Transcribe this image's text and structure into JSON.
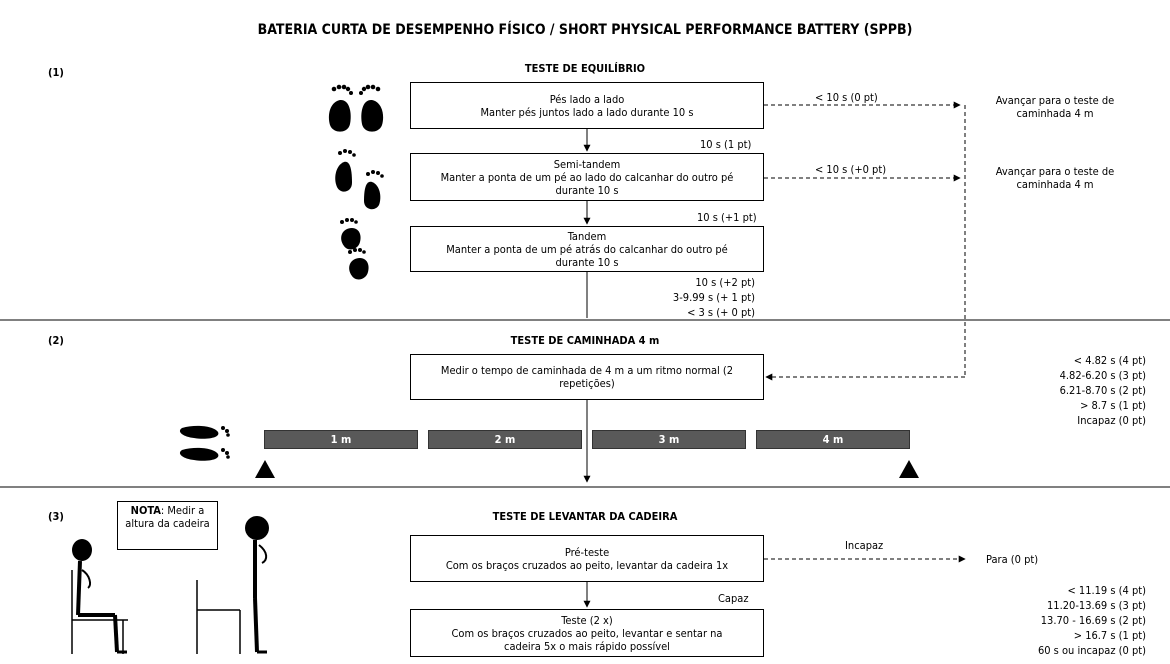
{
  "title": "BATERIA CURTA DE DESEMPENHO FÍSICO / SHORT PHYSICAL PERFORMANCE BATTERY (SPPB)",
  "section1": {
    "number": "(1)",
    "heading": "TESTE DE EQUILÍBRIO",
    "box1": [
      "Pés lado a lado",
      "Manter pés juntos lado a lado durante 10 s"
    ],
    "box2": [
      "Semi-tandem",
      "Manter a ponta de um pé ao lado do calcanhar do outro pé",
      "durante 10 s"
    ],
    "box3": [
      "Tandem",
      "Manter a ponta de um pé atrás do calcanhar do outro pé",
      "durante 10 s"
    ],
    "fail1": "< 10 s (0 pt)",
    "fail2": "< 10 s (+0 pt)",
    "pass1": "10 s (1 pt)",
    "pass2": "10 s (+1 pt)",
    "tandem_scores": [
      "10 s (+2 pt)",
      "3-9.99 s (+ 1 pt)",
      "< 3 s (+ 0 pt)"
    ],
    "advance": [
      "Avançar para o teste de",
      "caminhada 4 m"
    ]
  },
  "section2": {
    "number": "(2)",
    "heading": "TESTE DE CAMINHADA 4 m",
    "box": [
      "Medir o tempo de caminhada de 4 m a um ritmo normal (2",
      "repetições)"
    ],
    "segments": [
      "1 m",
      "2 m",
      "3 m",
      "4 m"
    ],
    "scores": [
      "< 4.82 s (4 pt)",
      "4.82-6.20 s (3 pt)",
      "6.21-8.70 s (2 pt)",
      "> 8.7 s (1 pt)",
      "Incapaz (0 pt)"
    ]
  },
  "section3": {
    "number": "(3)",
    "heading": "TESTE DE LEVANTAR DA CADEIRA",
    "note_bold": "NOTA",
    "note_rest": ": Medir a altura da cadeira",
    "pretest": [
      "Pré-teste",
      "Com os braços cruzados ao peito, levantar da cadeira 1x"
    ],
    "unable": "Incapaz",
    "stop": "Para (0 pt)",
    "able": "Capaz",
    "test": [
      "Teste (2 x)",
      "Com os braços cruzados ao peito, levantar e sentar na",
      "cadeira 5x o mais rápido possível"
    ],
    "scores": [
      "< 11.19 s (4 pt)",
      "11.20-13.69 s (3 pt)",
      "13.70 - 16.69 s (2 pt)",
      "> 16.7 s (1 pt)",
      "60 s ou incapaz (0 pt)"
    ]
  },
  "icons": [
    "feet-side-by-side-icon",
    "feet-semi-tandem-icon",
    "feet-tandem-icon",
    "feet-walking-icon",
    "seated-person-icon",
    "standing-person-icon",
    "start-marker-icon",
    "end-marker-icon"
  ]
}
